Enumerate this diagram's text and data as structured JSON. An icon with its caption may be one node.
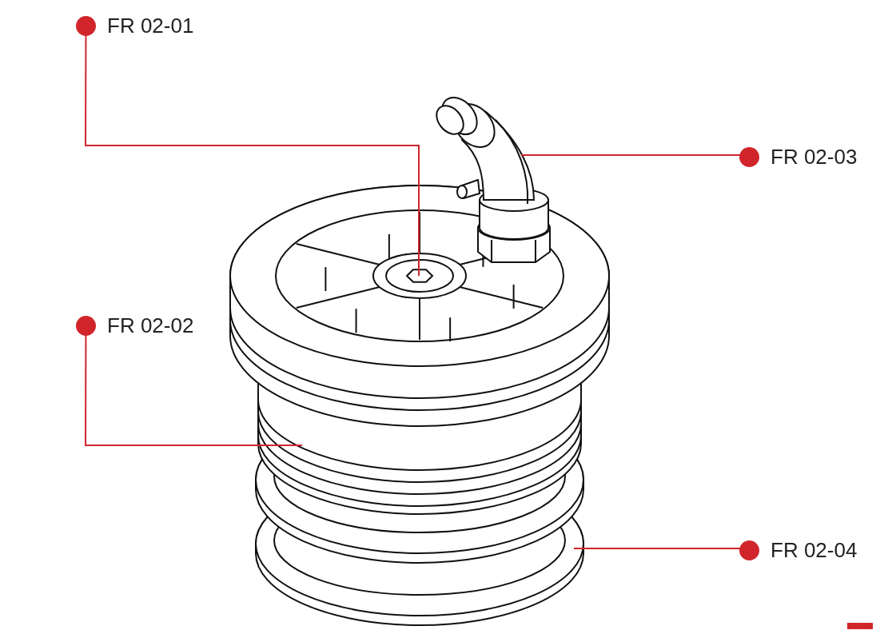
{
  "diagram": {
    "nodes": [
      {
        "text": [
          "FR 02-01"
        ]
      },
      {
        "text": [
          "FR 02-02"
        ]
      },
      {
        "text": [
          "FR 02-03"
        ]
      },
      {
        "text": [
          "FR 02-04"
        ]
      }
    ],
    "edges": [
      {
        "from": 0,
        "to": null,
        "arrow": "none"
      },
      {
        "from": 1,
        "to": null,
        "arrow": "none"
      },
      {
        "from": 2,
        "to": null,
        "arrow": "none"
      },
      {
        "from": 3,
        "to": null,
        "arrow": "none"
      }
    ]
  }
}
